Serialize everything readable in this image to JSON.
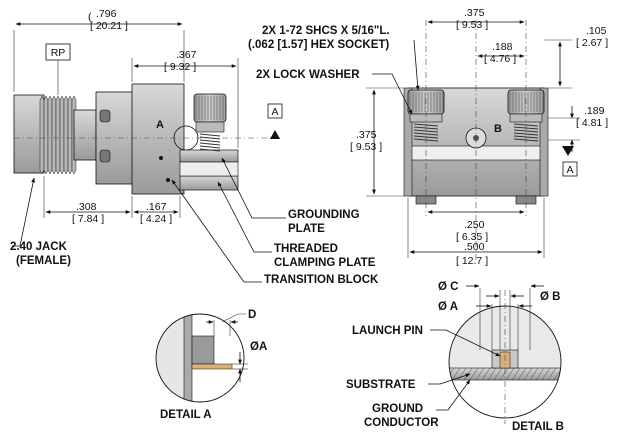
{
  "left_view": {
    "dims": {
      "overall_in": ".796",
      "overall_mm": "[ 20.21 ]",
      "rp": "RP",
      "d367_in": ".367",
      "d367_mm": "[ 9.32 ]",
      "d308_in": ".308",
      "d308_mm": "[ 7.84 ]",
      "d167_in": ".167",
      "d167_mm": "[ 4.24 ]"
    },
    "face_label": "A",
    "section_tag": "A",
    "jack_line1": "2.40 JACK",
    "jack_line2": "(FEMALE)",
    "callouts": {
      "grounding_plate_1": "GROUNDING",
      "grounding_plate_2": "PLATE",
      "clamping_plate_1": "THREADED",
      "clamping_plate_2": "CLAMPING PLATE",
      "transition_block": "TRANSITION BLOCK"
    }
  },
  "right_view": {
    "screw_note_1": "2X 1-72 SHCS X 5/16\"L.",
    "screw_note_2": "(.062 [1.57] HEX SOCKET)",
    "lock_washer": "2X LOCK WASHER",
    "face_label": "B",
    "section_tag": "A",
    "dims": {
      "d375w_in": ".375",
      "d375w_mm": "[ 9.53 ]",
      "d188_in": ".188",
      "d188_mm": "[ 4.76 ]",
      "d105_in": ".105",
      "d105_mm": "[ 2.67 ]",
      "d189_in": ".189",
      "d189_mm": "[ 4.81 ]",
      "d375h_in": ".375",
      "d375h_mm": "[ 9.53 ]",
      "d250_in": ".250",
      "d250_mm": "[ 6.35 ]",
      "d500_in": ".500",
      "d500_mm": "[ 12.7 ]"
    }
  },
  "detail_a": {
    "title": "DETAIL A",
    "dim_d": "D",
    "dim_phi_a": "ØA"
  },
  "detail_b": {
    "title": "DETAIL B",
    "dim_phi_c": "Ø C",
    "dim_phi_a": "Ø A",
    "dim_phi_b": "Ø B",
    "launch_pin": "LAUNCH PIN",
    "substrate": "SUBSTRATE",
    "ground_1": "GROUND",
    "ground_2": "CONDUCTOR"
  },
  "colors": {
    "line": "#111111",
    "body_fill": "#c9c9c9",
    "body_dark": "#8a8a8a",
    "substrate": "#d9b07a",
    "section_fill": "#e8e8e8"
  }
}
